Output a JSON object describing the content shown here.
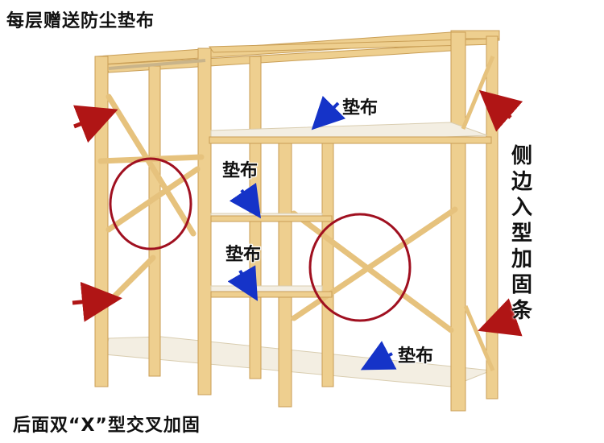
{
  "captions": {
    "top": "每层赠送防尘垫布",
    "bottom": "后面双“X”型交叉加固",
    "pad_top_right": "垫布",
    "pad_mid_upper": "垫布",
    "pad_mid_lower": "垫布",
    "pad_bottom": "垫布",
    "side_chars": [
      "侧",
      "边",
      "入",
      "型",
      "加",
      "固",
      "条"
    ]
  },
  "colors": {
    "wood": "#eecf8f",
    "wood_shade": "#d8b06a",
    "shelf": "#f3eee2",
    "red_arrow": "#b01515",
    "blue_arrow": "#1533c8",
    "circle": "#a01020"
  }
}
